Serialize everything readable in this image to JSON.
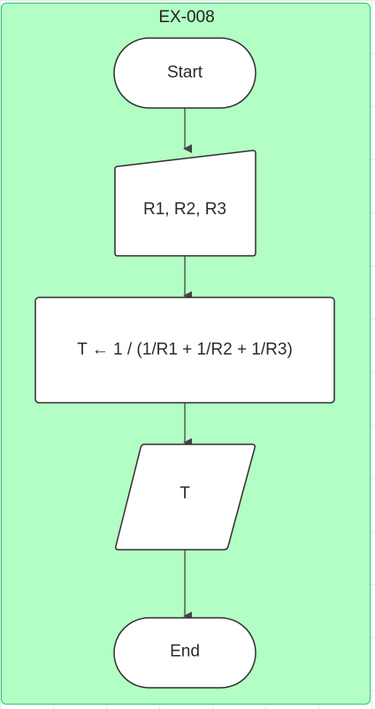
{
  "container": {
    "title": "EX-008",
    "fill": "#b2fec4",
    "border": "#28c76f"
  },
  "nodes": {
    "start": "Start",
    "input": "R1, R2, R3",
    "process": "T ← 1 / (1/R1 + 1/R2 + 1/R3)",
    "output": "T",
    "end": "End"
  }
}
